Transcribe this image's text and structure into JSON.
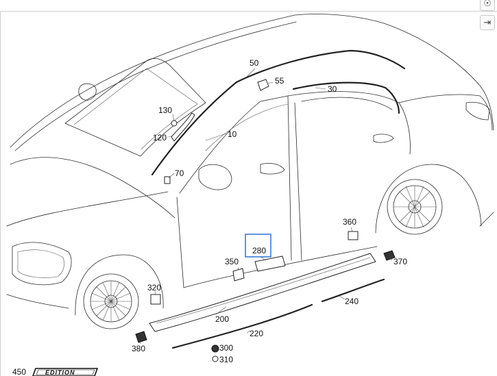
{
  "toolbar": {
    "zoom_icon": "zoom-reset-icon",
    "expand_icon": "expand-arrow-icon"
  },
  "highlight_color": "#3a7bd5",
  "callouts": [
    {
      "id": "c10",
      "label": "10"
    },
    {
      "id": "c30",
      "label": "30"
    },
    {
      "id": "c50",
      "label": "50"
    },
    {
      "id": "c55",
      "label": "55"
    },
    {
      "id": "c70",
      "label": "70"
    },
    {
      "id": "c120",
      "label": "120"
    },
    {
      "id": "c130",
      "label": "130"
    },
    {
      "id": "c200",
      "label": "200"
    },
    {
      "id": "c220",
      "label": "220"
    },
    {
      "id": "c240",
      "label": "240"
    },
    {
      "id": "c280",
      "label": "280",
      "highlighted": true
    },
    {
      "id": "c300",
      "label": "300"
    },
    {
      "id": "c310",
      "label": "310"
    },
    {
      "id": "c320",
      "label": "320"
    },
    {
      "id": "c350",
      "label": "350"
    },
    {
      "id": "c360",
      "label": "360"
    },
    {
      "id": "c370",
      "label": "370"
    },
    {
      "id": "c380",
      "label": "380"
    },
    {
      "id": "c450",
      "label": "450"
    }
  ],
  "badge": {
    "text": "EDITION"
  }
}
